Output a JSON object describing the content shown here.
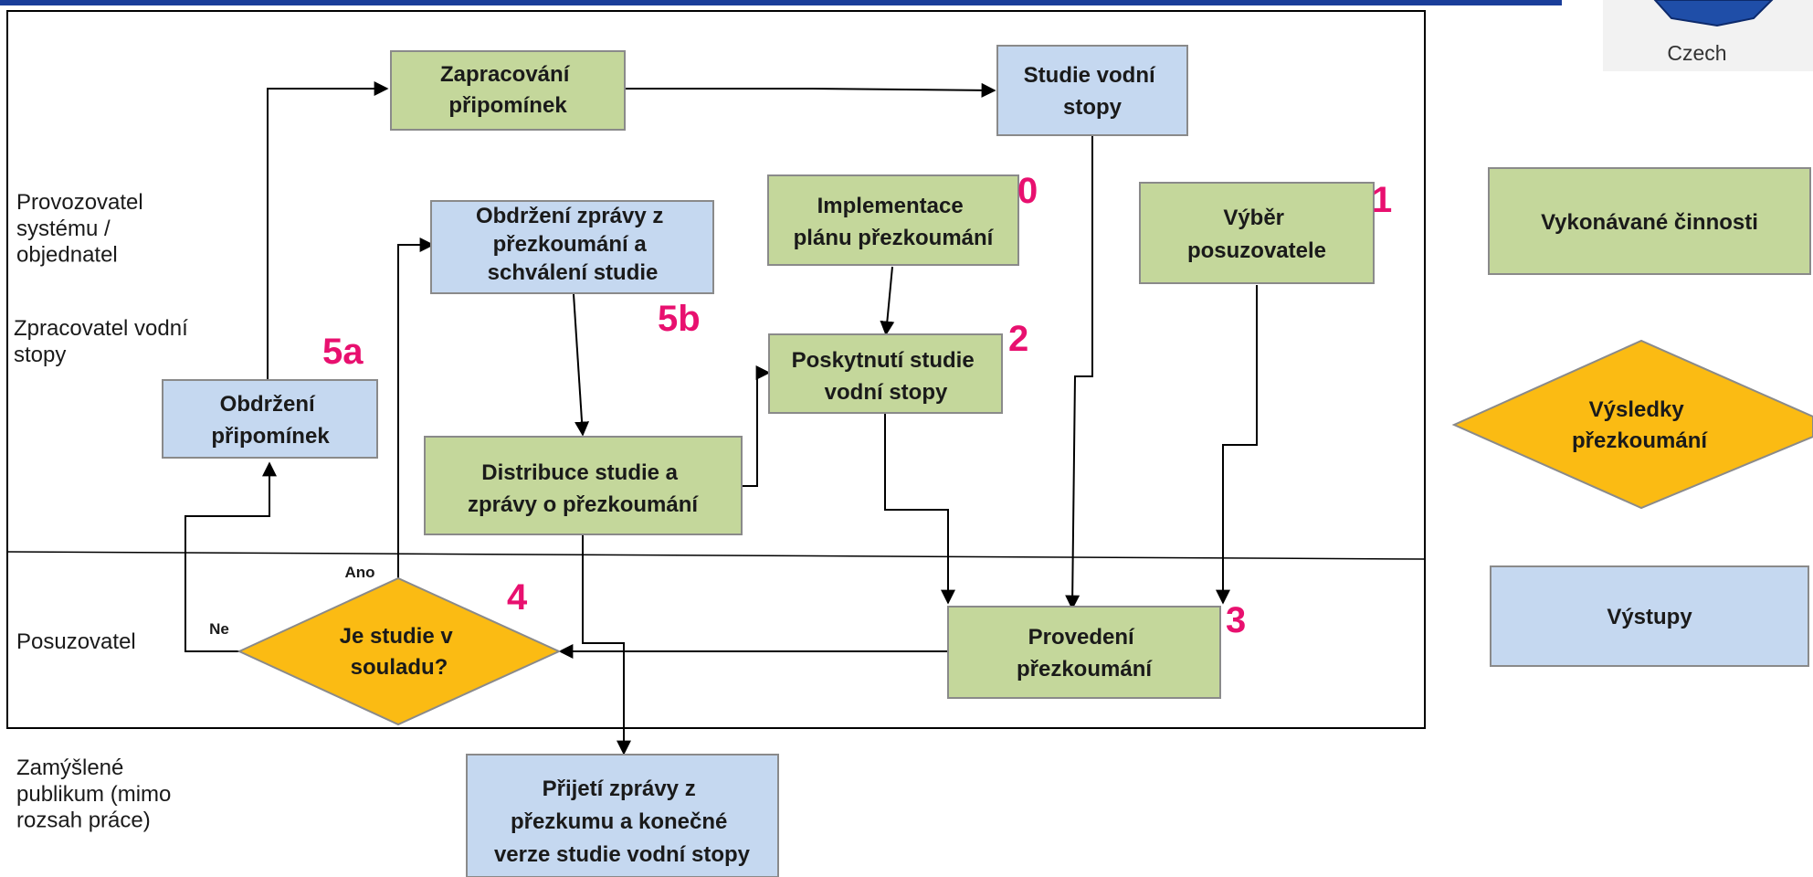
{
  "colors": {
    "activity": "#c4d79b",
    "output": "#c5d8f0",
    "decision": "#fbbb13",
    "number": "#e8106f",
    "header_bar": "#1a3e9a"
  },
  "logo": {
    "label": "Czech"
  },
  "lanes": {
    "operator": [
      "Provozovatel",
      "systému /",
      "objednatel"
    ],
    "processor": [
      "Zpracovatel vodní",
      "stopy"
    ],
    "assessor": [
      "Posuzovatel"
    ],
    "audience": [
      "Zamýšlené",
      "publikum (mimo",
      "rozsah práce)"
    ]
  },
  "boxes": {
    "zapracovani": [
      "Zapracování",
      "připomínek"
    ],
    "studie": [
      "Studie vodní",
      "stopy"
    ],
    "obdrzeni_zpravy": [
      "Obdržení zprávy z",
      "přezkoumání a",
      "schválení studie"
    ],
    "implementace": [
      "Implementace",
      "plánu přezkoumání"
    ],
    "vyber": [
      "Výběr",
      "posuzovatele"
    ],
    "poskytnuti": [
      "Poskytnutí studie",
      "vodní stopy"
    ],
    "obdrzeni_pripominek": [
      "Obdržení",
      "připomínek"
    ],
    "distribuce": [
      "Distribuce studie a",
      "zprávy o přezkoumání"
    ],
    "provedeni": [
      "Provedení",
      "přezkoumání"
    ],
    "prijeti": [
      "Přijetí zprávy z",
      "přezkumu a konečné",
      "verze studie vodní stopy"
    ]
  },
  "decision": {
    "text": [
      "Je studie v",
      "souladu?"
    ],
    "yes": "Ano",
    "no": "Ne"
  },
  "numbers": {
    "n0": "0",
    "n1": "1",
    "n2": "2",
    "n3": "3",
    "n4": "4",
    "n5a": "5a",
    "n5b": "5b"
  },
  "legend": {
    "activities": [
      "Vykonávané činnosti"
    ],
    "results": [
      "Výsledky",
      "přezkoumání"
    ],
    "outputs": [
      "Výstupy"
    ]
  }
}
